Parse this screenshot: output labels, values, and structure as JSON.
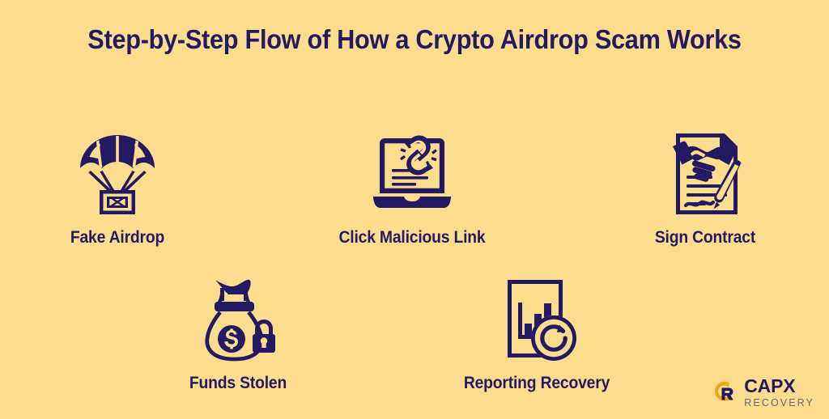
{
  "page": {
    "title": "Step-by-Step Flow of How a Crypto Airdrop Scam Works",
    "background_color": "#FCDD8E",
    "ink_color": "#241A63",
    "accent_color": "#F0A818"
  },
  "steps": [
    {
      "order": 1,
      "label": "Fake Airdrop",
      "icon": "parachute-crate-icon"
    },
    {
      "order": 2,
      "label": "Click Malicious Link",
      "icon": "laptop-broken-chain-link-icon"
    },
    {
      "order": 3,
      "label": "Sign Contract",
      "icon": "contract-handshake-pen-icon"
    },
    {
      "order": 4,
      "label": "Funds Stolen",
      "icon": "money-bag-padlock-icon"
    },
    {
      "order": 5,
      "label": "Reporting Recovery",
      "icon": "report-chart-refresh-icon"
    }
  ],
  "logo": {
    "mark": "capx-logo-mark",
    "name": "CAPX",
    "subtitle": "RECOVERY",
    "mark_color": "#F0A818",
    "name_color": "#241A63",
    "subtitle_color": "#6B6680"
  }
}
